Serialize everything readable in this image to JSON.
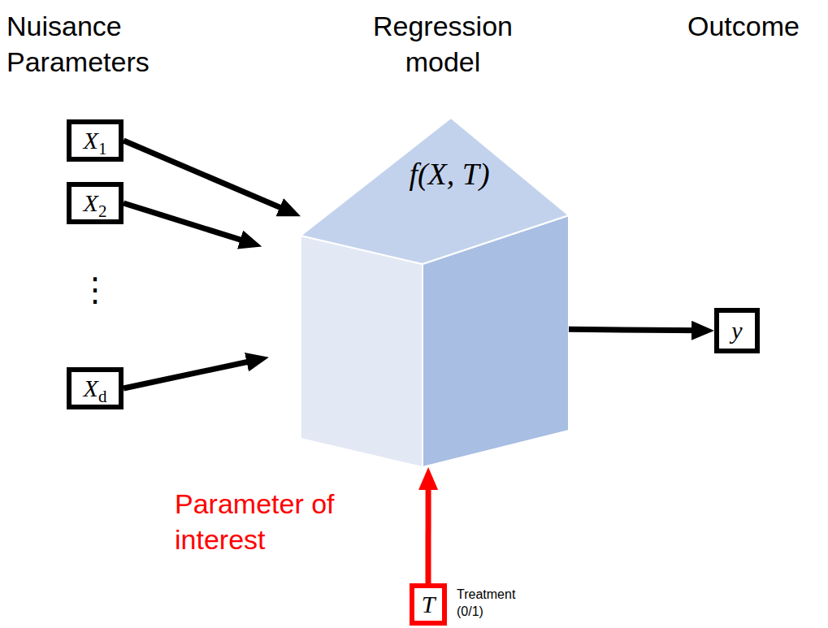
{
  "diagram": {
    "nodes": [
      {
        "text": [
          "X1"
        ]
      },
      {
        "text": [
          "X2"
        ]
      },
      {
        "text": [
          "Xd"
        ]
      },
      {
        "text": [
          "f(X, T)"
        ]
      },
      {
        "text": [
          "y"
        ]
      },
      {
        "text": [
          "T"
        ]
      }
    ],
    "edges": [
      {
        "from": 0,
        "to": 3,
        "arrow": "to"
      },
      {
        "from": 1,
        "to": 3,
        "arrow": "to"
      },
      {
        "from": 2,
        "to": 3,
        "arrow": "to"
      },
      {
        "from": 3,
        "to": 4,
        "arrow": "to"
      },
      {
        "from": 5,
        "to": 3,
        "arrow": "to"
      }
    ],
    "labels": [
      "Nuisance Parameters",
      "Regression model",
      "Outcome",
      "⋮",
      "Parameter of interest",
      "Treatment (0/1)"
    ]
  }
}
